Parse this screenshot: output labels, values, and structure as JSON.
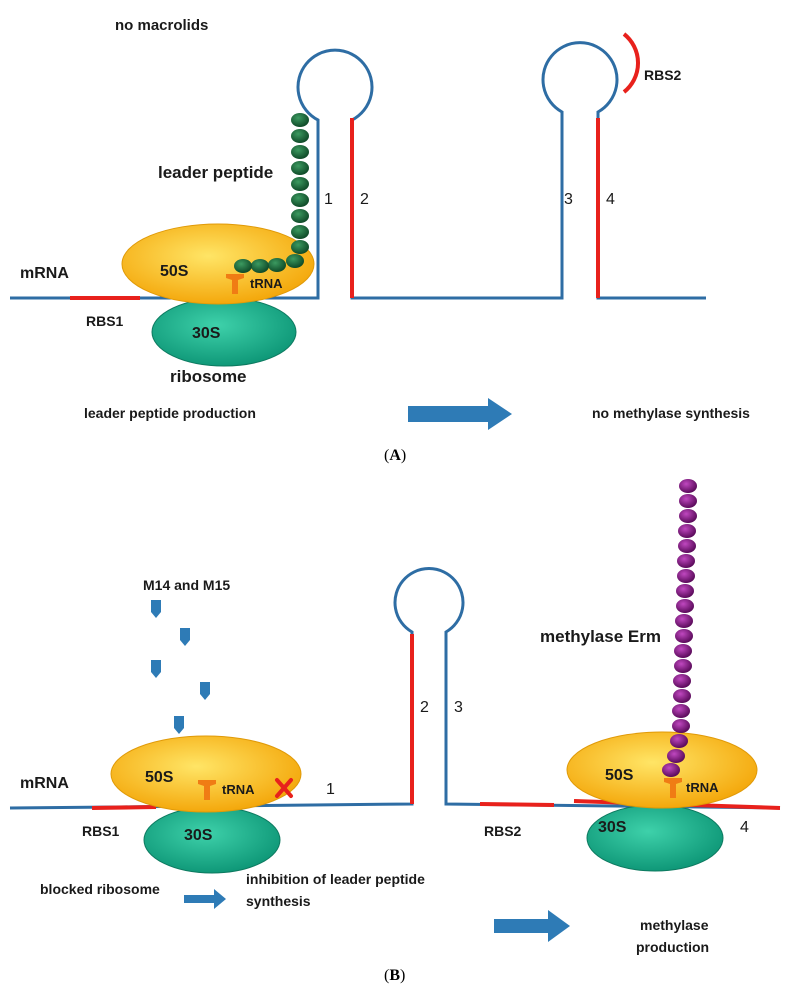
{
  "panel_a": {
    "label": "(A)",
    "condition": "no macrolids",
    "leader_peptide": "leader peptide",
    "mrna": "mRNA",
    "subunit_large": "50S",
    "subunit_small": "30S",
    "trna": "tRNA",
    "rbs1": "RBS1",
    "rbs2": "RBS2",
    "ribosome": "ribosome",
    "region_1": "1",
    "region_2": "2",
    "region_3": "3",
    "region_4": "4",
    "result_left": "leader peptide production",
    "result_right": "no methylase synthesis"
  },
  "panel_b": {
    "label": "(B)",
    "drugs": "M14 and M15",
    "mrna": "mRNA",
    "subunit_large": "50S",
    "subunit_small": "30S",
    "trna": "tRNA",
    "rbs1": "RBS1",
    "rbs2": "RBS2",
    "methylase": "methylase Erm",
    "region_1": "1",
    "region_2": "2",
    "region_3": "3",
    "region_4": "4",
    "blocked": "blocked ribosome",
    "inhibition_line1": "inhibition of leader peptide",
    "inhibition_line2": "synthesis",
    "production_line1": "methylase",
    "production_line2": "production"
  },
  "colors": {
    "mrna": "#2e6da4",
    "pairing": "#e8211c",
    "large_subunit": "#f7b90f",
    "small_subunit": "#18a88a",
    "trna": "#f07c14",
    "leader_bead": "#1e6b3c",
    "methylase_bead": "#8a1a8a",
    "arrow": "#2e7bb6",
    "drug": "#2e7bb6"
  }
}
